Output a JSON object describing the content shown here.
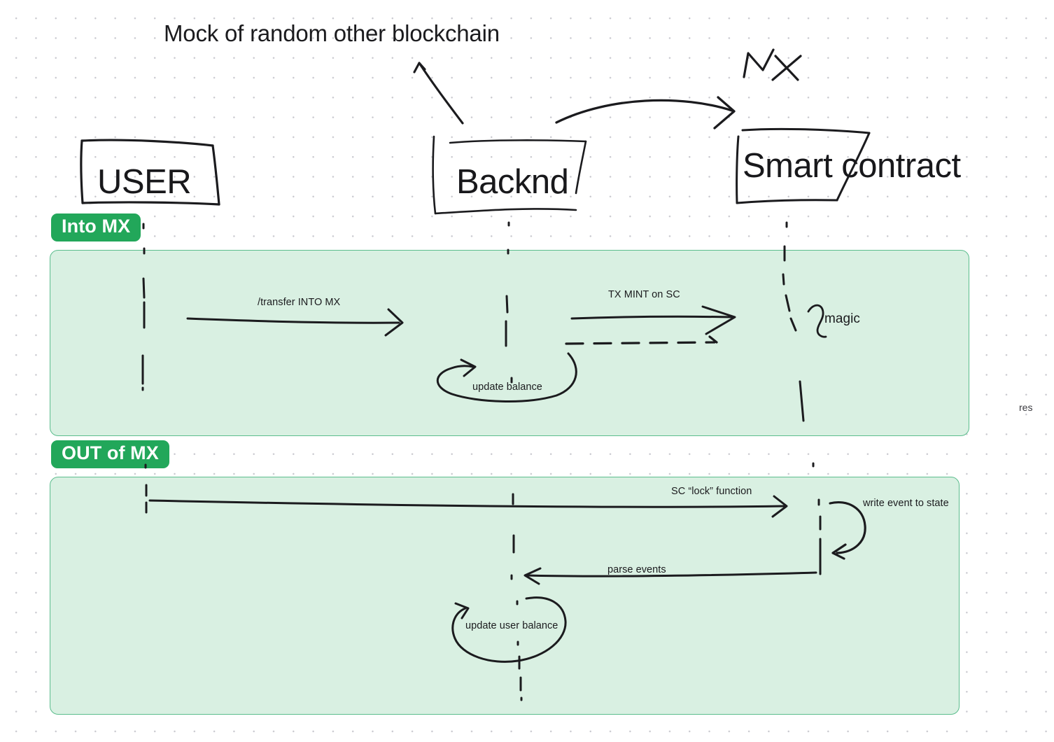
{
  "canvas": {
    "title": "Mock of random other blockchain",
    "background": "#ffffff",
    "grid_dot_color": "#c9c9cf"
  },
  "colors": {
    "ink": "#1b1b1e",
    "band_fill": "#d9f0e2",
    "band_border": "#5bbd8d",
    "badge_green": "#22a75a",
    "badge_text": "#ffffff"
  },
  "lifelines": [
    {
      "name": "user",
      "label": "USER"
    },
    {
      "name": "backend",
      "label": "Backnd"
    },
    {
      "name": "smart-contract",
      "label": "Smart contract"
    }
  ],
  "annotations": {
    "mx_scribble": "MX",
    "edge_clipped_text": "res"
  },
  "bands": [
    {
      "name": "into-mx",
      "label": "Into MX",
      "messages": [
        {
          "name": "transfer-into-mx",
          "text": "/transfer INTO MX",
          "from": "user",
          "to": "backend",
          "style": "solid-arrow"
        },
        {
          "name": "tx-mint-on-sc",
          "text": "TX MINT on SC",
          "from": "backend",
          "to": "smart-contract",
          "style": "solid-arrow"
        },
        {
          "name": "mint-return",
          "text": "",
          "from": "smart-contract",
          "to": "backend",
          "style": "dashed-return"
        },
        {
          "name": "update-balance",
          "text": "update balance",
          "from": "backend",
          "to": "backend",
          "style": "self-loop"
        },
        {
          "name": "magic",
          "text": "magic",
          "from": "smart-contract",
          "to": "smart-contract",
          "style": "brace-note"
        }
      ]
    },
    {
      "name": "out-of-mx",
      "label": "OUT of MX",
      "messages": [
        {
          "name": "sc-lock-function",
          "text": "SC “lock” function",
          "from": "user",
          "to": "smart-contract",
          "style": "solid-arrow"
        },
        {
          "name": "write-event-to-state",
          "text": "write event to state",
          "from": "smart-contract",
          "to": "smart-contract",
          "style": "self-loop"
        },
        {
          "name": "parse-events",
          "text": "parse events",
          "from": "smart-contract",
          "to": "backend",
          "style": "solid-arrow-left"
        },
        {
          "name": "update-user-balance",
          "text": "update user balance",
          "from": "backend",
          "to": "backend",
          "style": "self-loop"
        }
      ]
    }
  ]
}
